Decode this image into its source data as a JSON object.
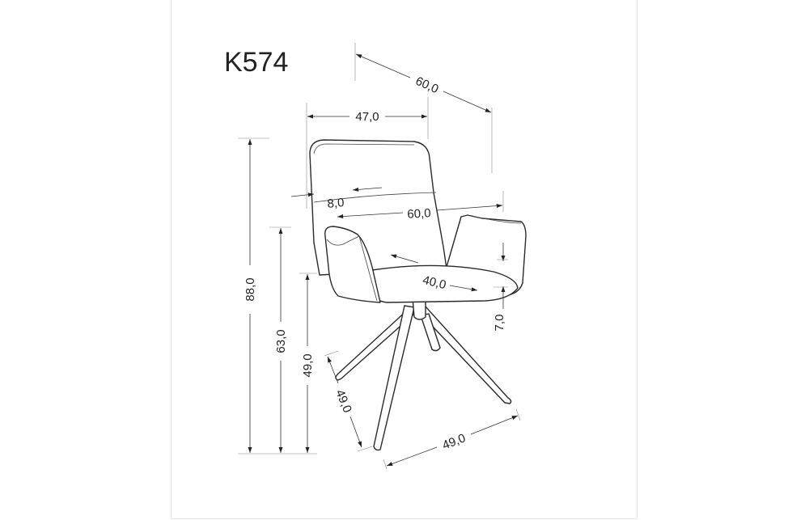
{
  "title": "K574",
  "dimensions": {
    "depth_total": "60,0",
    "back_width": "47,0",
    "height_total": "88,0",
    "armrest_height": "63,0",
    "seat_height": "49,0",
    "armrest_width": "8,0",
    "width_total": "60,0",
    "seat_depth": "40,0",
    "seat_thickness": "7,0",
    "base_depth": "49,0",
    "base_width": "49,0"
  }
}
